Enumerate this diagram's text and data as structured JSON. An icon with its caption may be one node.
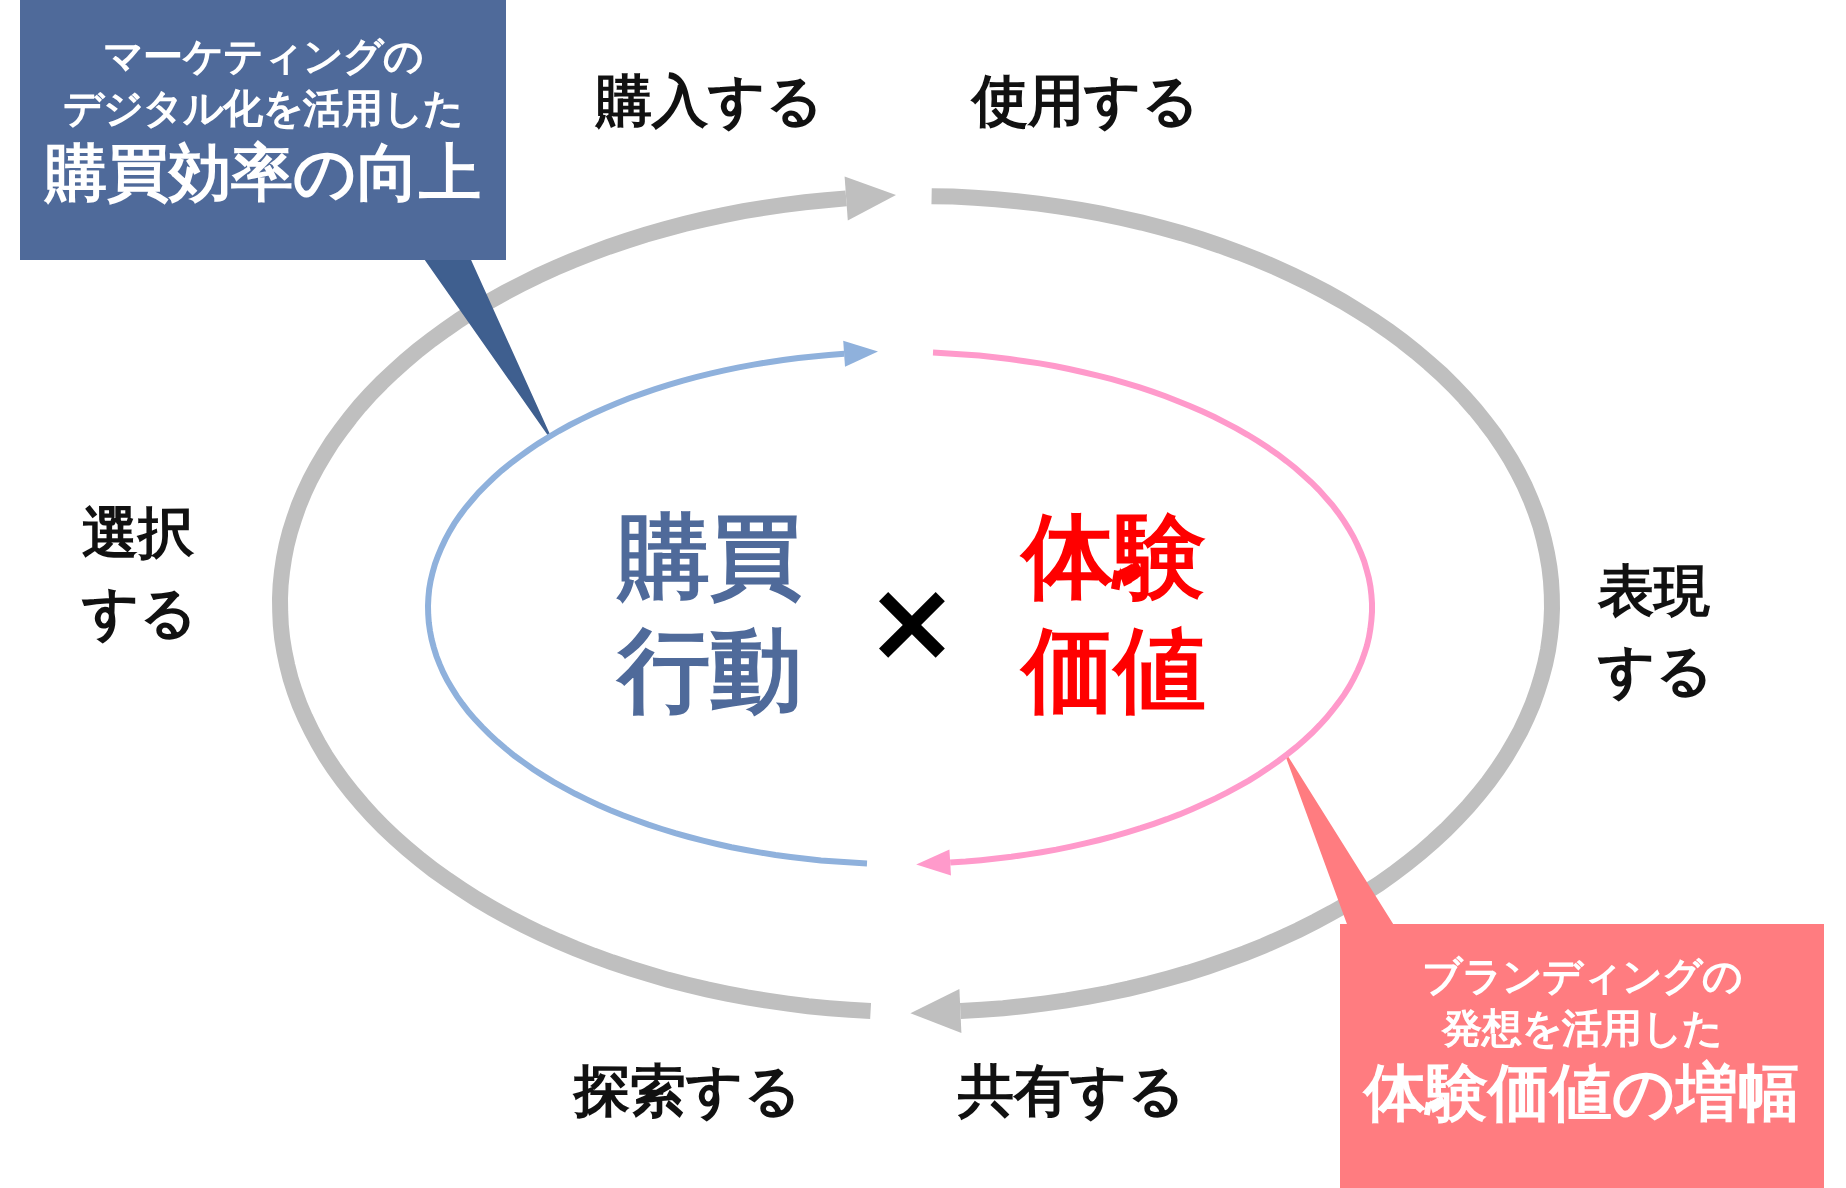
{
  "diagram": {
    "nodes": [
      {
        "text": [
          "マーケティングのデジタル化を活用した",
          "購買効率の向上"
        ]
      },
      {
        "text": [
          "購買行動",
          "×",
          "体験価値"
        ]
      },
      {
        "text": [
          "ブランディングの発想を活用した",
          "体験価値の増幅"
        ]
      }
    ],
    "edges": [
      {
        "from": 0,
        "to": 1,
        "arrow": "none",
        "color": "#3f5f8f"
      },
      {
        "from": 2,
        "to": 1,
        "arrow": "none",
        "color": "#ff7c80"
      }
    ],
    "labels": [
      "購入する",
      "使用する",
      "選択する",
      "表現する",
      "探索する",
      "共有する"
    ]
  }
}
